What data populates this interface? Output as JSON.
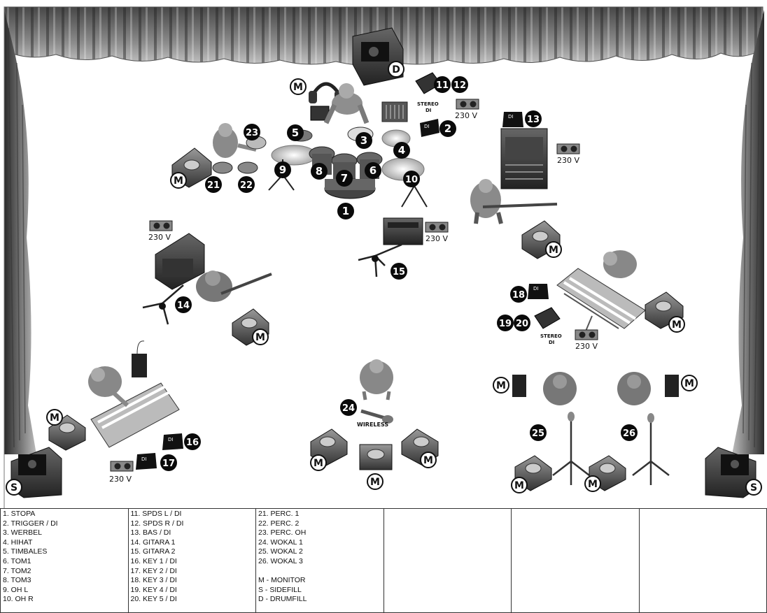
{
  "badges": {
    "b1": "1",
    "b2": "2",
    "b3": "3",
    "b4": "4",
    "b5": "5",
    "b6": "6",
    "b7": "7",
    "b8": "8",
    "b9": "9",
    "b10": "10",
    "b11": "11",
    "b12": "12",
    "b13": "13",
    "b14": "14",
    "b15": "15",
    "b16": "16",
    "b17": "17",
    "b18": "18",
    "b19": "19",
    "b20": "20",
    "b21": "21",
    "b22": "22",
    "b23": "23",
    "b24": "24",
    "b25": "25",
    "b26": "26"
  },
  "marks": {
    "monitor": "M",
    "sidefill": "S",
    "drumfill": "D",
    "di": "DI",
    "stereo_di": "STEREO DI",
    "stereo": "STEREO",
    "di_short": "DI",
    "power": "230 V",
    "wireless": "WIRELESS"
  },
  "patch_list": {
    "col1": [
      "1. STOPA",
      "2. TRIGGER / DI",
      "3. WERBEL",
      "4. HIHAT",
      "5. TIMBALES",
      "6. TOM1",
      "7. TOM2",
      "8. TOM3",
      "9. OH L",
      "10. OH R"
    ],
    "col2": [
      "11. SPDS L / DI",
      "12. SPDS R / DI",
      "13. BAS / DI",
      "14. GITARA 1",
      "15. GITARA 2",
      "16. KEY 1 / DI",
      "17. KEY 2 / DI",
      "18. KEY 3 / DI",
      "19. KEY 4 / DI",
      "20. KEY 5 / DI"
    ],
    "col3": [
      "21. PERC. 1",
      "22. PERC. 2",
      "23. PERC. OH",
      "24. WOKAL 1",
      "25. WOKAL 2",
      "26. WOKAL 3",
      "",
      "M - MONITOR",
      "S - SIDEFILL",
      "D - DRUMFILL"
    ]
  }
}
